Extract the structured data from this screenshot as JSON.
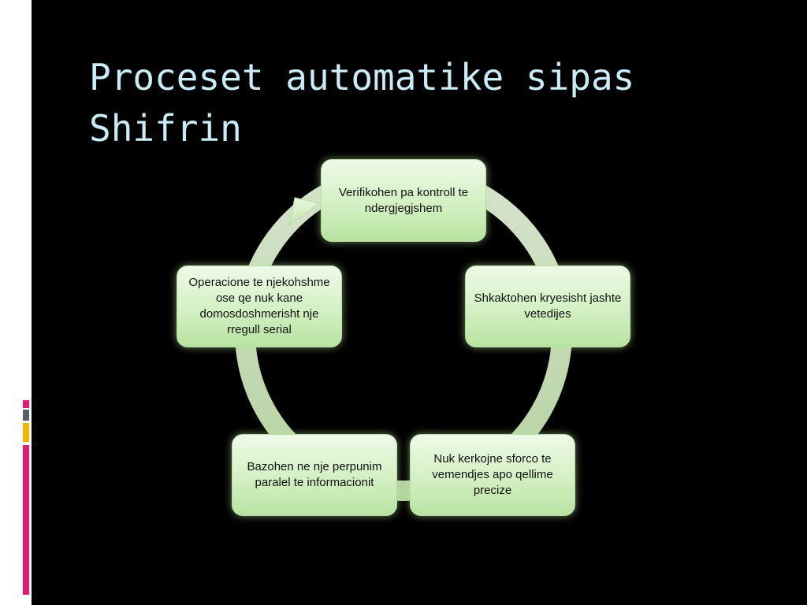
{
  "slide": {
    "title": "Proceset automatike sipas\nShifrin"
  },
  "decor": {
    "accent_colors": [
      "#e8196f",
      "#58606b",
      "#f5b400",
      "#e8196f"
    ]
  },
  "cycle": {
    "nodes": [
      {
        "text": "Verifikohen pa kontroll te ndergjegjshem"
      },
      {
        "text": "Shkaktohen kryesisht jashte vetedijes"
      },
      {
        "text": "Nuk kerkojne sforco te vemendjes apo qellime precize"
      },
      {
        "text": "Bazohen ne nje perpunim paralel te informacionit"
      },
      {
        "text": "Operacione te njekohshme ose qe nuk kane domosdoshmerisht nje rregull serial"
      }
    ],
    "colors": {
      "node_fill_top": "#eefae8",
      "node_fill_bottom": "#b8e3a1",
      "ring": "#d4ecc4"
    }
  }
}
